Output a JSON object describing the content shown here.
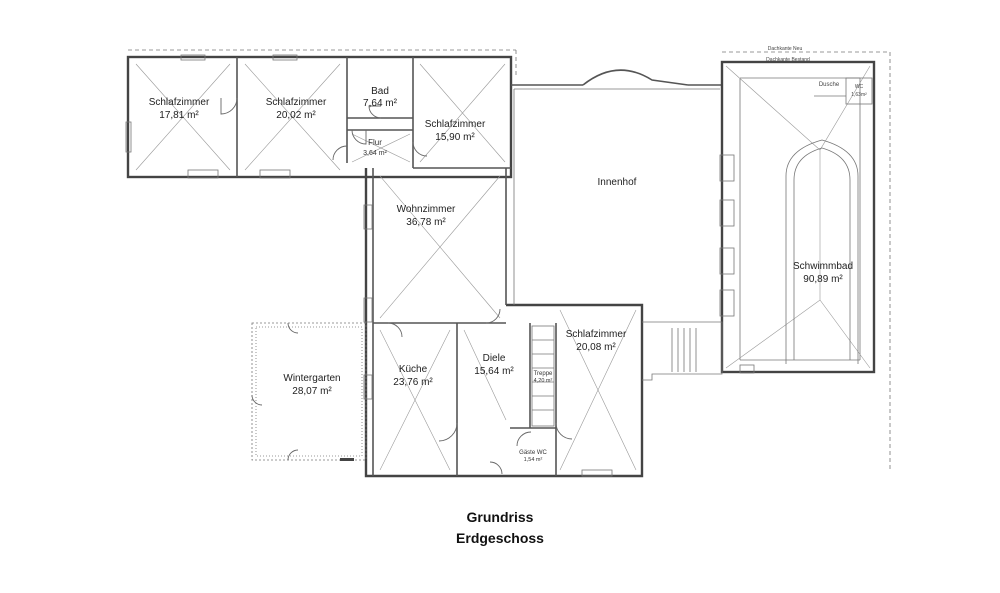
{
  "caption": {
    "line1": "Grundriss",
    "line2": "Erdgeschoss"
  },
  "rooms": {
    "schlafzimmer_1": {
      "name": "Schlafzimmer",
      "area": "17,81 m²"
    },
    "schlafzimmer_2": {
      "name": "Schlafzimmer",
      "area": "20,02 m²"
    },
    "bad": {
      "name": "Bad",
      "area": "7,64 m²"
    },
    "schlafzimmer_3": {
      "name": "Schlafzimmer",
      "area": "15,90 m²"
    },
    "flur": {
      "name": "Flur",
      "area": "3,64 m²"
    },
    "wohnzimmer": {
      "name": "Wohnzimmer",
      "area": "36,78 m²"
    },
    "innenhof": {
      "name": "Innenhof"
    },
    "schwimmbad": {
      "name": "Schwimmbad",
      "area": "90,89 m²"
    },
    "wc": {
      "name": "WC",
      "area": "1,63m²"
    },
    "dusche": {
      "name": "Dusche"
    },
    "wintergarten": {
      "name": "Wintergarten",
      "area": "28,07 m²"
    },
    "kueche": {
      "name": "Küche",
      "area": "23,76 m²"
    },
    "diele": {
      "name": "Diele",
      "area": "15,64 m²"
    },
    "treppe": {
      "name": "Treppe",
      "area": "4,20 m²"
    },
    "schlafzimmer_4": {
      "name": "Schlafzimmer",
      "area": "20,08 m²"
    },
    "gaeste_wc": {
      "name": "Gäste WC",
      "area": "1,54 m²"
    }
  },
  "annotations": {
    "dachkante_neu": "Dachkante Neu",
    "dachkante_bestand": "Dachkante Bestand"
  }
}
